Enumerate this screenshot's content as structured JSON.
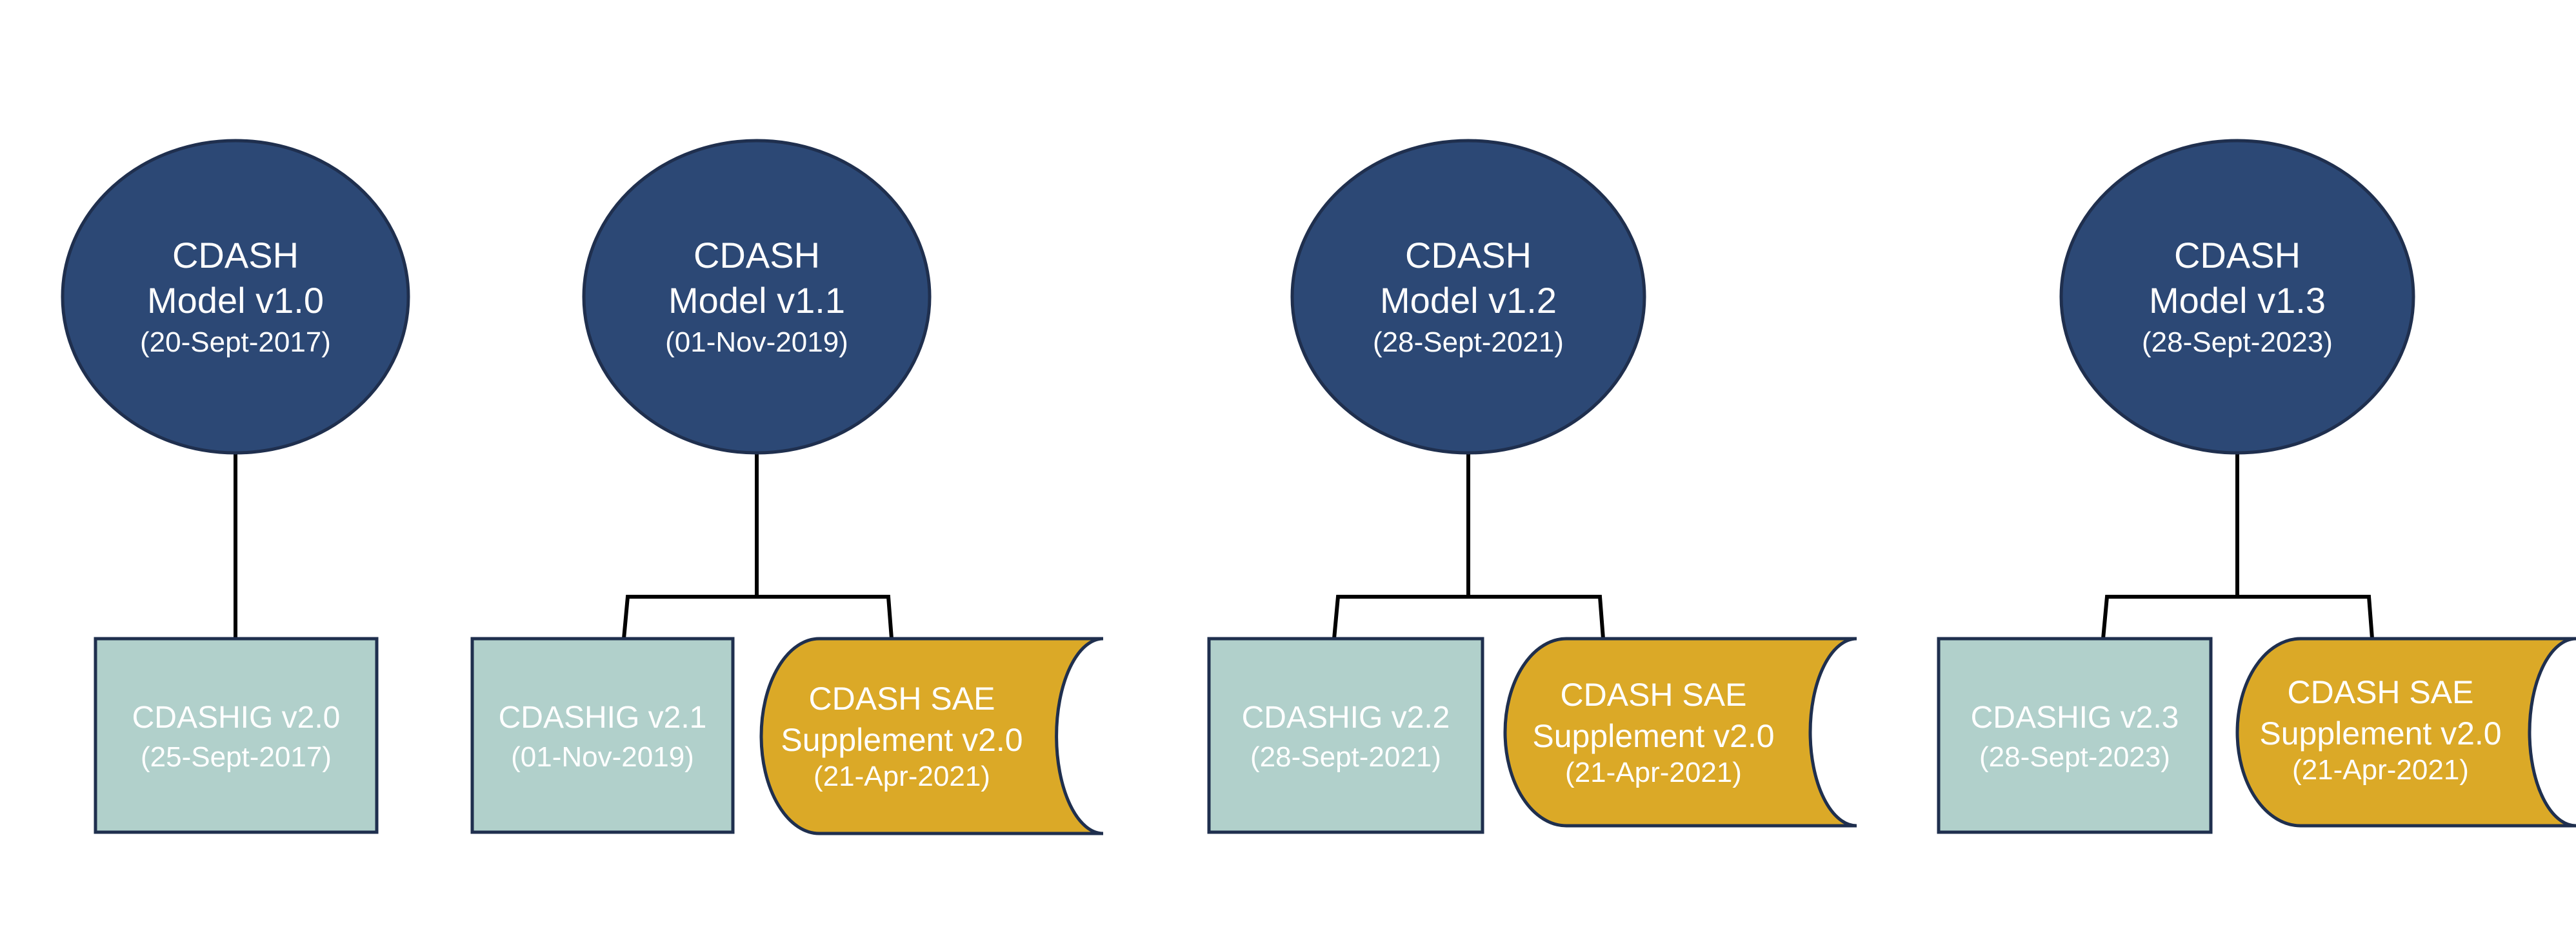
{
  "colors": {
    "model_fill": "#2c4875",
    "ig_fill": "#b1d0cb",
    "sae_fill": "#dba927",
    "outline": "#1f2f4e",
    "connector": "#000000"
  },
  "groups": [
    {
      "model": {
        "line1": "CDASH",
        "line2": "Model v1.0",
        "date": "(20-Sept-2017)"
      },
      "ig": {
        "title": "CDASHIG v2.0",
        "date": "(25-Sept-2017)"
      },
      "sae": null
    },
    {
      "model": {
        "line1": "CDASH",
        "line2": "Model v1.1",
        "date": "(01-Nov-2019)"
      },
      "ig": {
        "title": "CDASHIG v2.1",
        "date": "(01-Nov-2019)"
      },
      "sae": {
        "line1": "CDASH SAE",
        "line2": "Supplement v2.0",
        "date": "(21-Apr-2021)"
      }
    },
    {
      "model": {
        "line1": "CDASH",
        "line2": "Model v1.2",
        "date": "(28-Sept-2021)"
      },
      "ig": {
        "title": "CDASHIG v2.2",
        "date": "(28-Sept-2021)"
      },
      "sae": {
        "line1": "CDASH SAE",
        "line2": "Supplement v2.0",
        "date": "(21-Apr-2021)"
      }
    },
    {
      "model": {
        "line1": "CDASH",
        "line2": "Model v1.3",
        "date": "(28-Sept-2023)"
      },
      "ig": {
        "title": "CDASHIG v2.3",
        "date": "(28-Sept-2023)"
      },
      "sae": {
        "line1": "CDASH SAE",
        "line2": "Supplement v2.0",
        "date": "(21-Apr-2021)"
      }
    }
  ]
}
